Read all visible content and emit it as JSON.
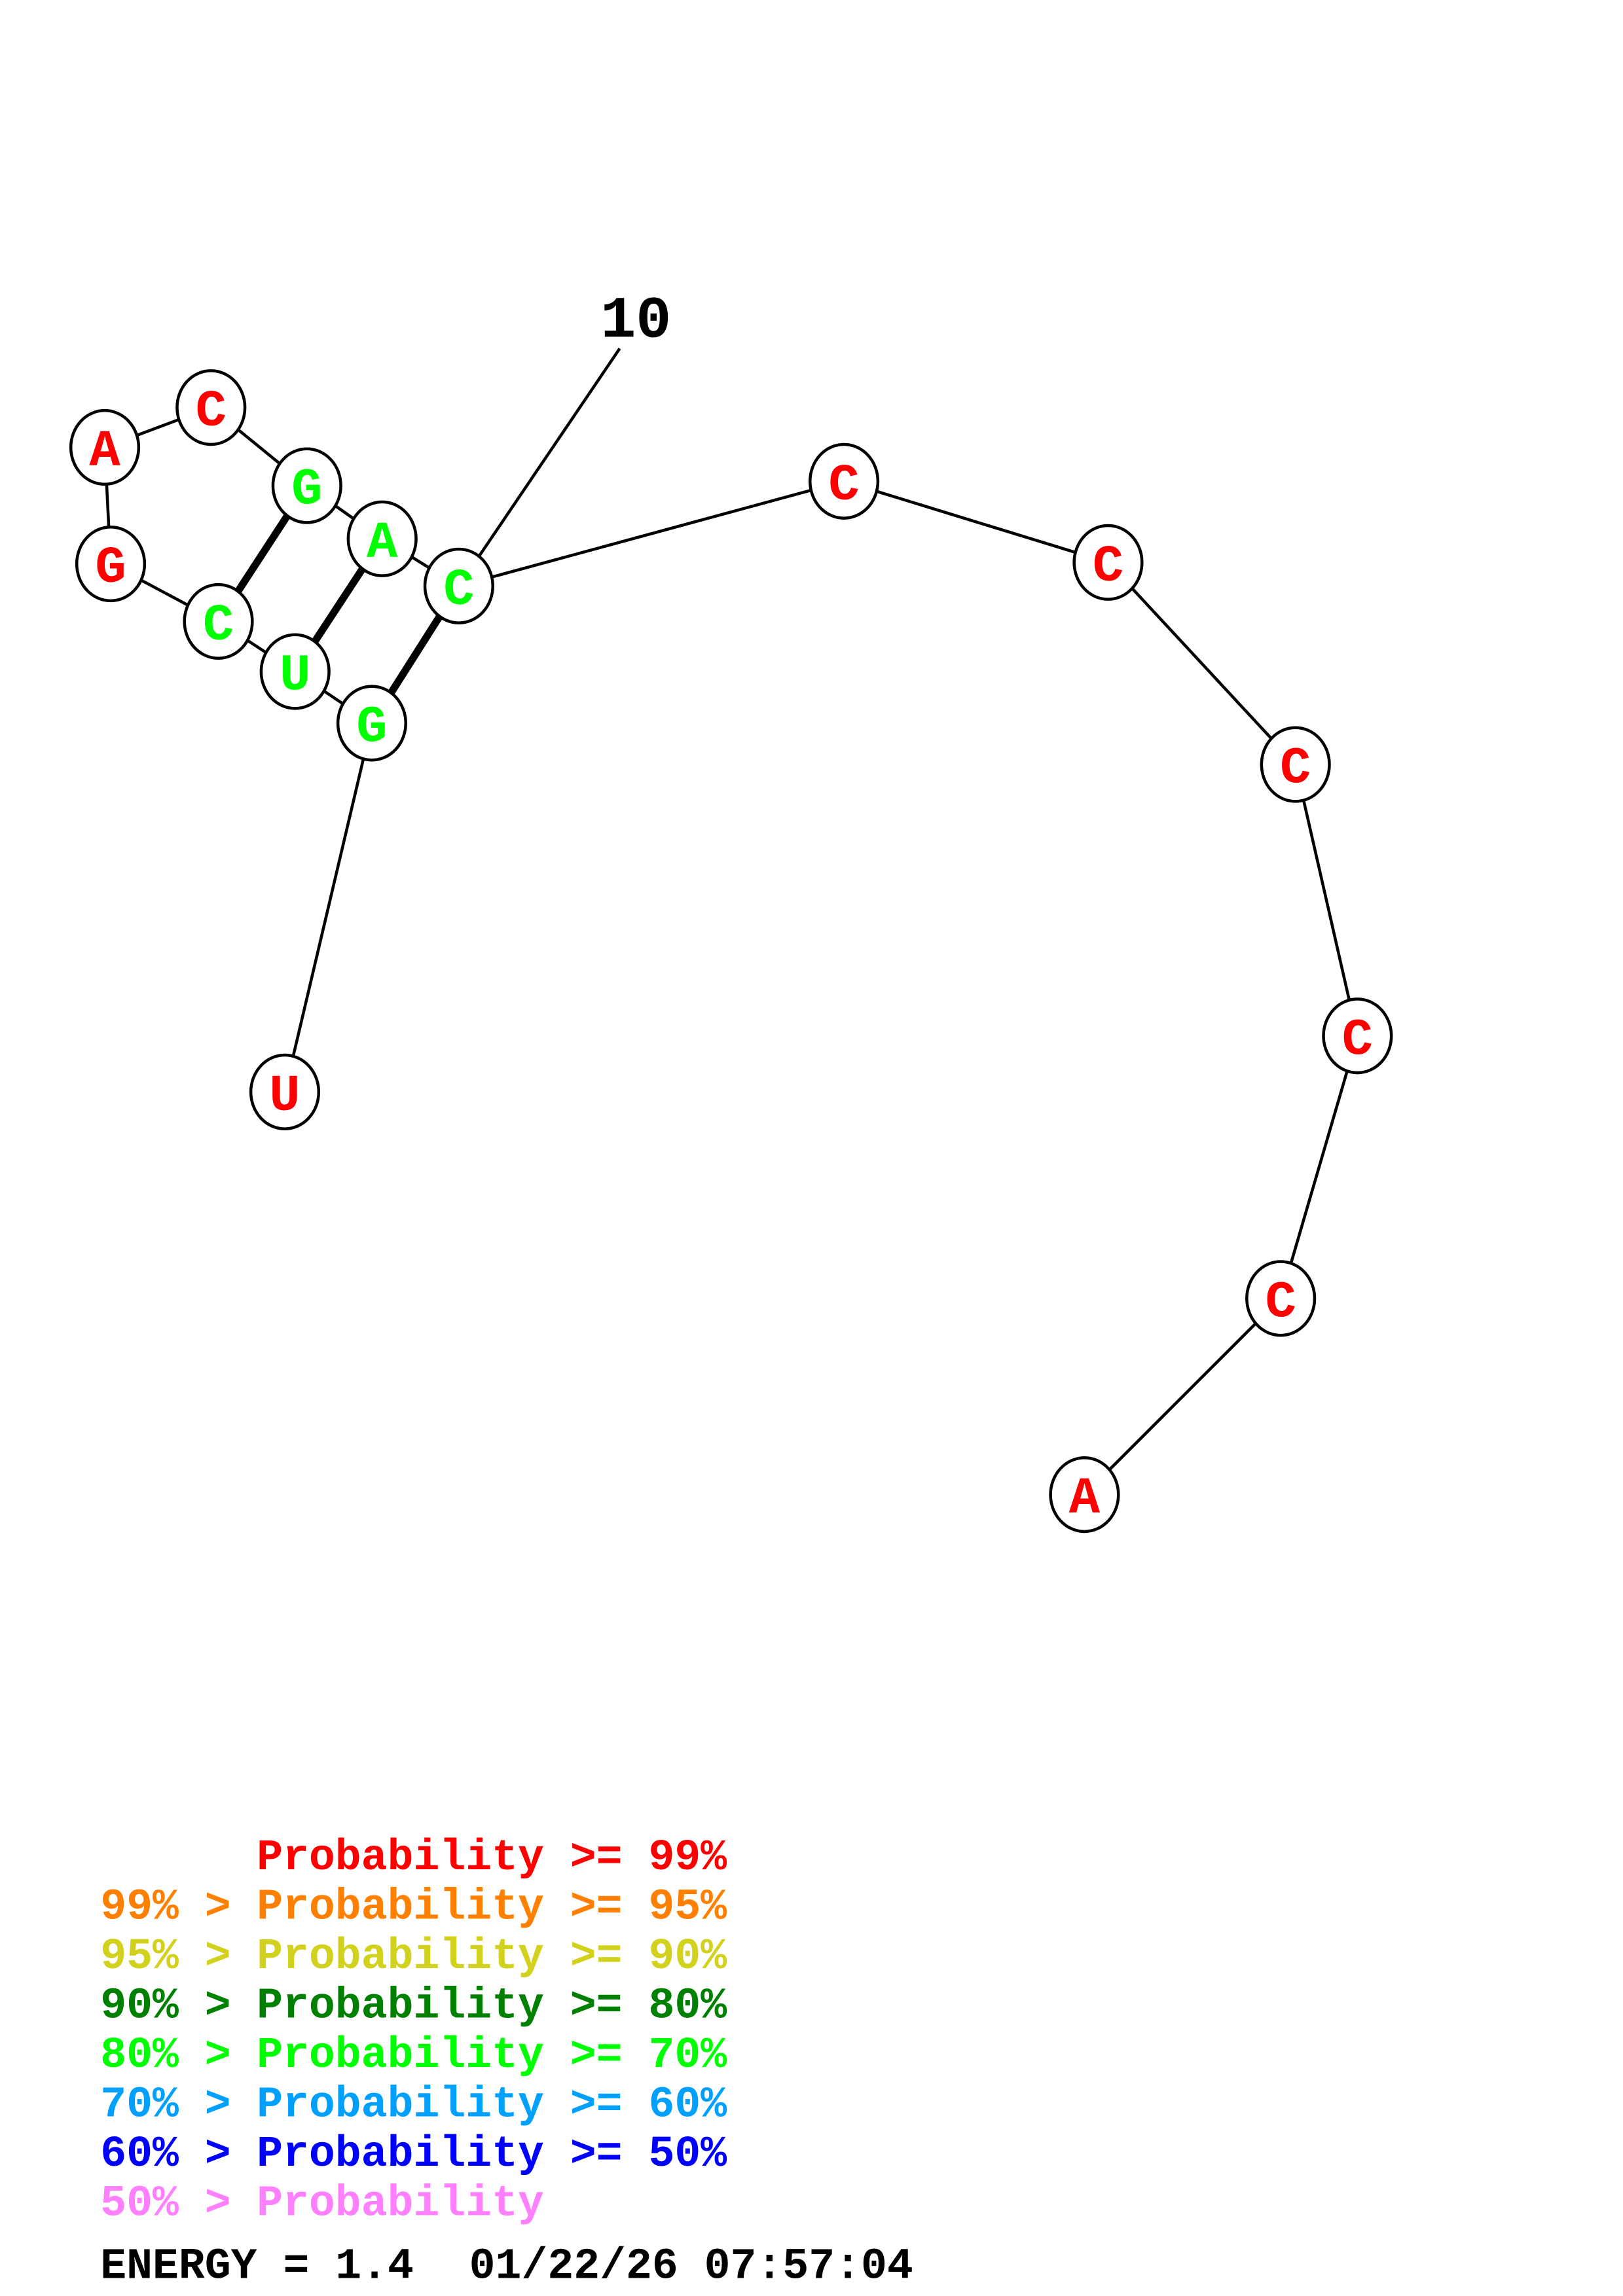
{
  "structure": {
    "bases": [
      {
        "letter": "U",
        "color": "#ff0000"
      },
      {
        "letter": "G",
        "color": "#00ff00"
      },
      {
        "letter": "U",
        "color": "#00ff00"
      },
      {
        "letter": "C",
        "color": "#00ff00"
      },
      {
        "letter": "G",
        "color": "#ff0000"
      },
      {
        "letter": "A",
        "color": "#ff0000"
      },
      {
        "letter": "C",
        "color": "#ff0000"
      },
      {
        "letter": "G",
        "color": "#00ff00"
      },
      {
        "letter": "A",
        "color": "#00ff00"
      },
      {
        "letter": "C",
        "color": "#00ff00"
      },
      {
        "letter": "C",
        "color": "#ff0000"
      },
      {
        "letter": "C",
        "color": "#ff0000"
      },
      {
        "letter": "C",
        "color": "#ff0000"
      },
      {
        "letter": "C",
        "color": "#ff0000"
      },
      {
        "letter": "C",
        "color": "#ff0000"
      },
      {
        "letter": "A",
        "color": "#ff0000"
      }
    ],
    "pairs": [
      [
        2,
        10
      ],
      [
        3,
        9
      ],
      [
        4,
        8
      ]
    ],
    "index_label": "10"
  },
  "legend": [
    {
      "prefix": "      ",
      "text": "Probability >= 99%",
      "color": "#ff0000"
    },
    {
      "prefix": "99% > ",
      "text": "Probability >= 95%",
      "color": "#ff8000"
    },
    {
      "prefix": "95% > ",
      "text": "Probability >= 90%",
      "color": "#d2d21e"
    },
    {
      "prefix": "90% > ",
      "text": "Probability >= 80%",
      "color": "#008000"
    },
    {
      "prefix": "80% > ",
      "text": "Probability >= 70%",
      "color": "#00ff00"
    },
    {
      "prefix": "70% > ",
      "text": "Probability >= 60%",
      "color": "#00a0ff"
    },
    {
      "prefix": "60% > ",
      "text": "Probability >= 50%",
      "color": "#0000ff"
    },
    {
      "prefix": "50% > ",
      "text": "Probability",
      "color": "#ff80ff"
    }
  ],
  "footer": {
    "energy": "ENERGY = 1.4",
    "timestamp": "01/22/26 07:57:04"
  }
}
